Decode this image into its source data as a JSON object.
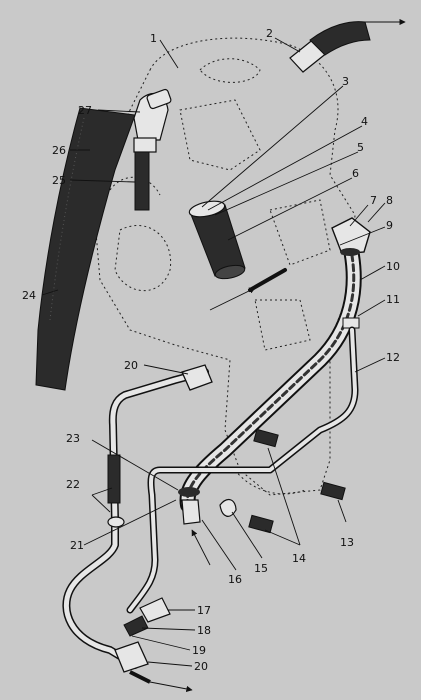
{
  "figure": {
    "callouts": [
      {
        "id": "1",
        "text": "1"
      },
      {
        "id": "2",
        "text": "2"
      },
      {
        "id": "3",
        "text": "3"
      },
      {
        "id": "4",
        "text": "4"
      },
      {
        "id": "5",
        "text": "5"
      },
      {
        "id": "6",
        "text": "6"
      },
      {
        "id": "7",
        "text": "7"
      },
      {
        "id": "8",
        "text": "8"
      },
      {
        "id": "9",
        "text": "9"
      },
      {
        "id": "10",
        "text": "10"
      },
      {
        "id": "11",
        "text": "11"
      },
      {
        "id": "12",
        "text": "12"
      },
      {
        "id": "13",
        "text": "13"
      },
      {
        "id": "14",
        "text": "14"
      },
      {
        "id": "15",
        "text": "15"
      },
      {
        "id": "16",
        "text": "16"
      },
      {
        "id": "17",
        "text": "17"
      },
      {
        "id": "18",
        "text": "18"
      },
      {
        "id": "19",
        "text": "19"
      },
      {
        "id": "20a",
        "text": "20"
      },
      {
        "id": "20b",
        "text": "20"
      },
      {
        "id": "21",
        "text": "21"
      },
      {
        "id": "22",
        "text": "22"
      },
      {
        "id": "23",
        "text": "23"
      },
      {
        "id": "24",
        "text": "24"
      },
      {
        "id": "25",
        "text": "25"
      },
      {
        "id": "26",
        "text": "26"
      },
      {
        "id": "27",
        "text": "27"
      }
    ],
    "colors": {
      "background": "#c9c9c9",
      "ink": "#111111",
      "pipe_fill": "#e6e6e6",
      "hose": "#2b2b2b"
    }
  }
}
